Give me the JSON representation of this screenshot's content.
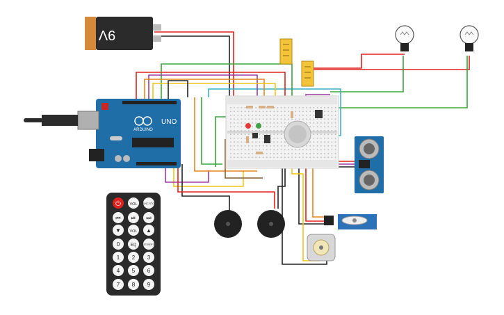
{
  "battery": {
    "label": "9V"
  },
  "arduino": {
    "logo": "ARDUINO",
    "model": "UNO"
  },
  "remote": {
    "buttons": [
      [
        "power",
        "VOL+",
        "FUNC/STOP"
      ],
      [
        "prev",
        "play-pause",
        "next"
      ],
      [
        "down",
        "VOL-",
        "up"
      ],
      [
        "0",
        "EQ",
        "ST/REPT"
      ],
      [
        "1",
        "2",
        "3"
      ],
      [
        "4",
        "5",
        "6"
      ],
      [
        "7",
        "8",
        "9"
      ]
    ],
    "text": {
      "vol_up": "VOL",
      "func": "FUNC STOP",
      "vol_down": "VOL",
      "zero": "0",
      "eq": "EQ",
      "st": "ST REPT",
      "n1": "1",
      "n2": "2",
      "n3": "3",
      "n4": "4",
      "n5": "5",
      "n6": "6",
      "n7": "7",
      "n8": "8",
      "n9": "9"
    }
  },
  "colors": {
    "red": "#e0201c",
    "black": "#222222",
    "green": "#3aa53a",
    "purple": "#9c3aa0",
    "yellow": "#f0c419",
    "orange": "#e8841e",
    "cyan": "#3ab0c8",
    "brown": "#8a5a2b",
    "board": "#1f6ea8"
  }
}
